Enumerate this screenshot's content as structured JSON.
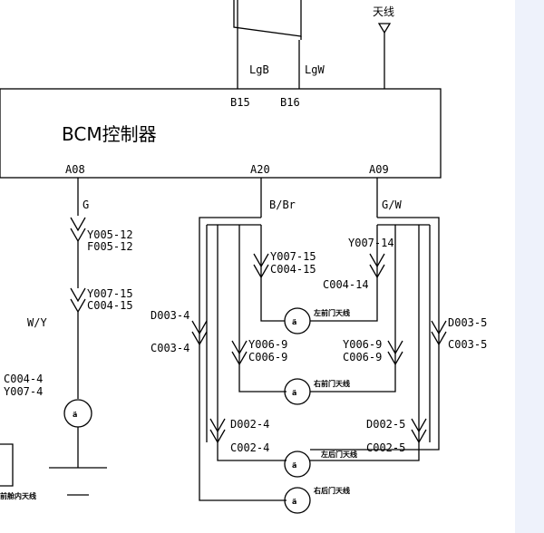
{
  "module": {
    "title": "BCM控制器"
  },
  "antenna_label": "天线",
  "pins_top": {
    "b15": "B15",
    "b16": "B16",
    "lgb": "LgB",
    "lgw": "LgW"
  },
  "pins_bottom": {
    "a08": "A08",
    "a20": "A20",
    "a09": "A09"
  },
  "wire_colors": {
    "g": "G",
    "bgr": "B/Br",
    "gw": "G/W",
    "wy": "W/Y"
  },
  "connectors": {
    "y005_12": "Y005-12",
    "f005_12": "F005-12",
    "y007_15a": "Y007-15",
    "c004_15a": "C004-15",
    "y007_15b": "Y007-15",
    "c004_15b": "C004-15",
    "y007_14": "Y007-14",
    "c004_14": "C004-14",
    "d003_4": "D003-4",
    "c003_4": "C003-4",
    "d003_5": "D003-5",
    "c003_5": "C003-5",
    "y006_9a": "Y006-9",
    "c006_9a": "C006-9",
    "y006_9b": "Y006-9",
    "c006_9b": "C006-9",
    "d002_4": "D002-4",
    "c002_4": "C002-4",
    "d002_5": "D002-5",
    "c002_5": "C002-5",
    "c004_4": "C004-4",
    "y007_4": "Y007-4"
  },
  "sensor_symbol": "ä",
  "sensors": {
    "s1": "左前门天线",
    "s2": "右前门天线",
    "s3": "左后门天线",
    "s4": "右后门天线",
    "left": "前舱内天线"
  },
  "colors": {
    "line": "#000000",
    "background": "#ffffff",
    "side_panel": "#eef2fb"
  }
}
